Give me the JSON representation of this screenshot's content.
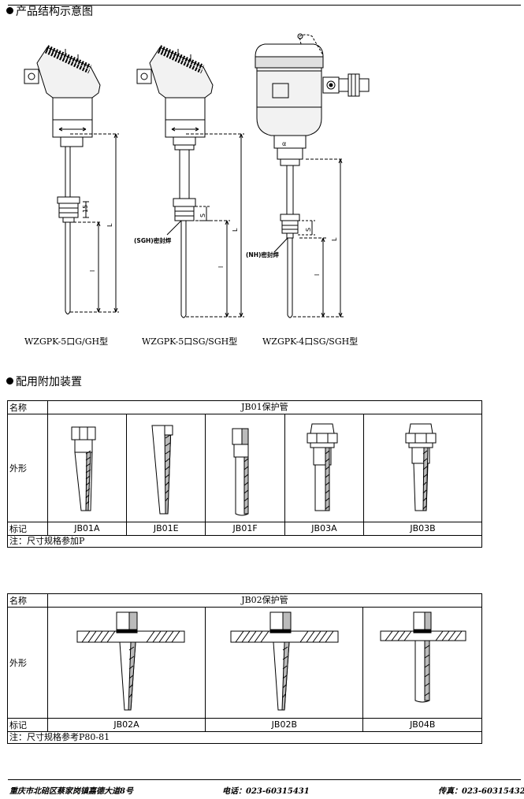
{
  "section1": {
    "title": "产品结构示意图",
    "captions": [
      "WZGPK-5口G/GH型",
      "WZGPK-5口SG/SGH型",
      "WZGPK-4口SG/SGH型"
    ],
    "dims": {
      "l_big": "L",
      "l_small": "l",
      "d15": "15",
      "s": "S"
    },
    "weld_labels": [
      "(SGH)密封焊",
      "(NH)密封焊"
    ]
  },
  "section2": {
    "title": "配用附加装置",
    "jb01": {
      "name_label": "名称",
      "title": "JB01保护管",
      "shape_label": "外形",
      "mark_label": "标记",
      "marks": [
        "JB01A",
        "JB01E",
        "JB01F",
        "JB03A",
        "JB03B"
      ],
      "note": "注：尺寸规格参加P"
    },
    "jb02": {
      "name_label": "名称",
      "title": "JB02保护管",
      "shape_label": "外形",
      "mark_label": "标记",
      "marks": [
        "JB02A",
        "JB02B",
        "JB04B"
      ],
      "note": "注：尺寸规格参考P80-81"
    }
  },
  "footer": {
    "address": "重庆市北碚区蔡家岗镇嘉德大道8号",
    "phone": "电话：023-60315431",
    "fax": "传真：023-60315432"
  }
}
